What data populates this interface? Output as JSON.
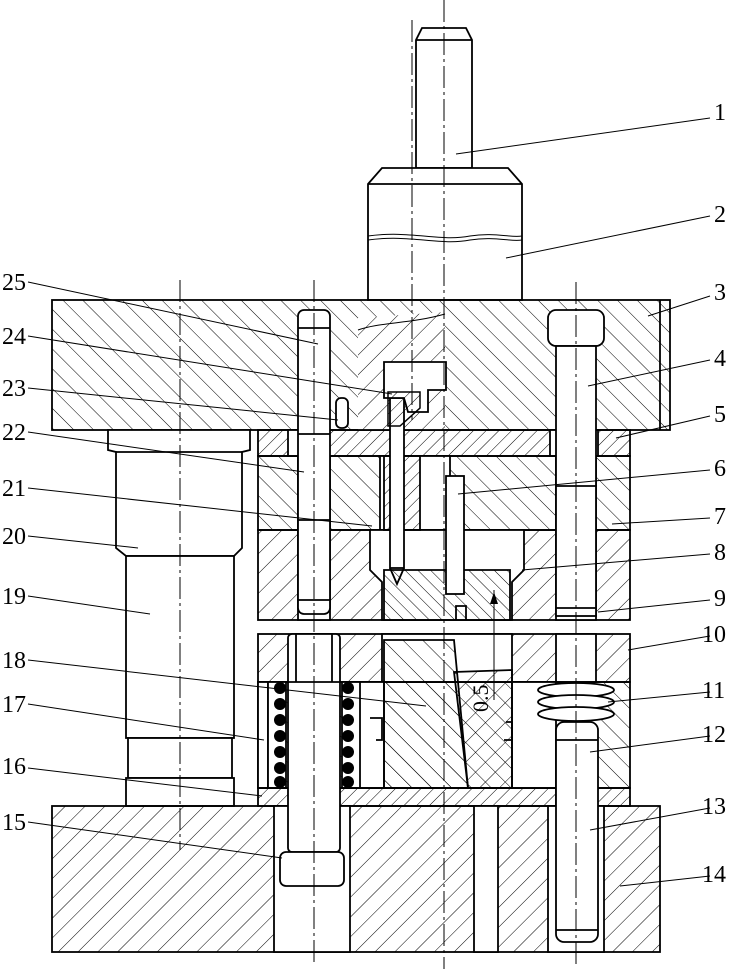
{
  "callouts": [
    "1",
    "2",
    "3",
    "4",
    "5",
    "6",
    "7",
    "8",
    "9",
    "10",
    "11",
    "12",
    "13",
    "14",
    "15",
    "16",
    "17",
    "18",
    "19",
    "20",
    "21",
    "22",
    "23",
    "24",
    "25"
  ],
  "dimension": "0.5"
}
